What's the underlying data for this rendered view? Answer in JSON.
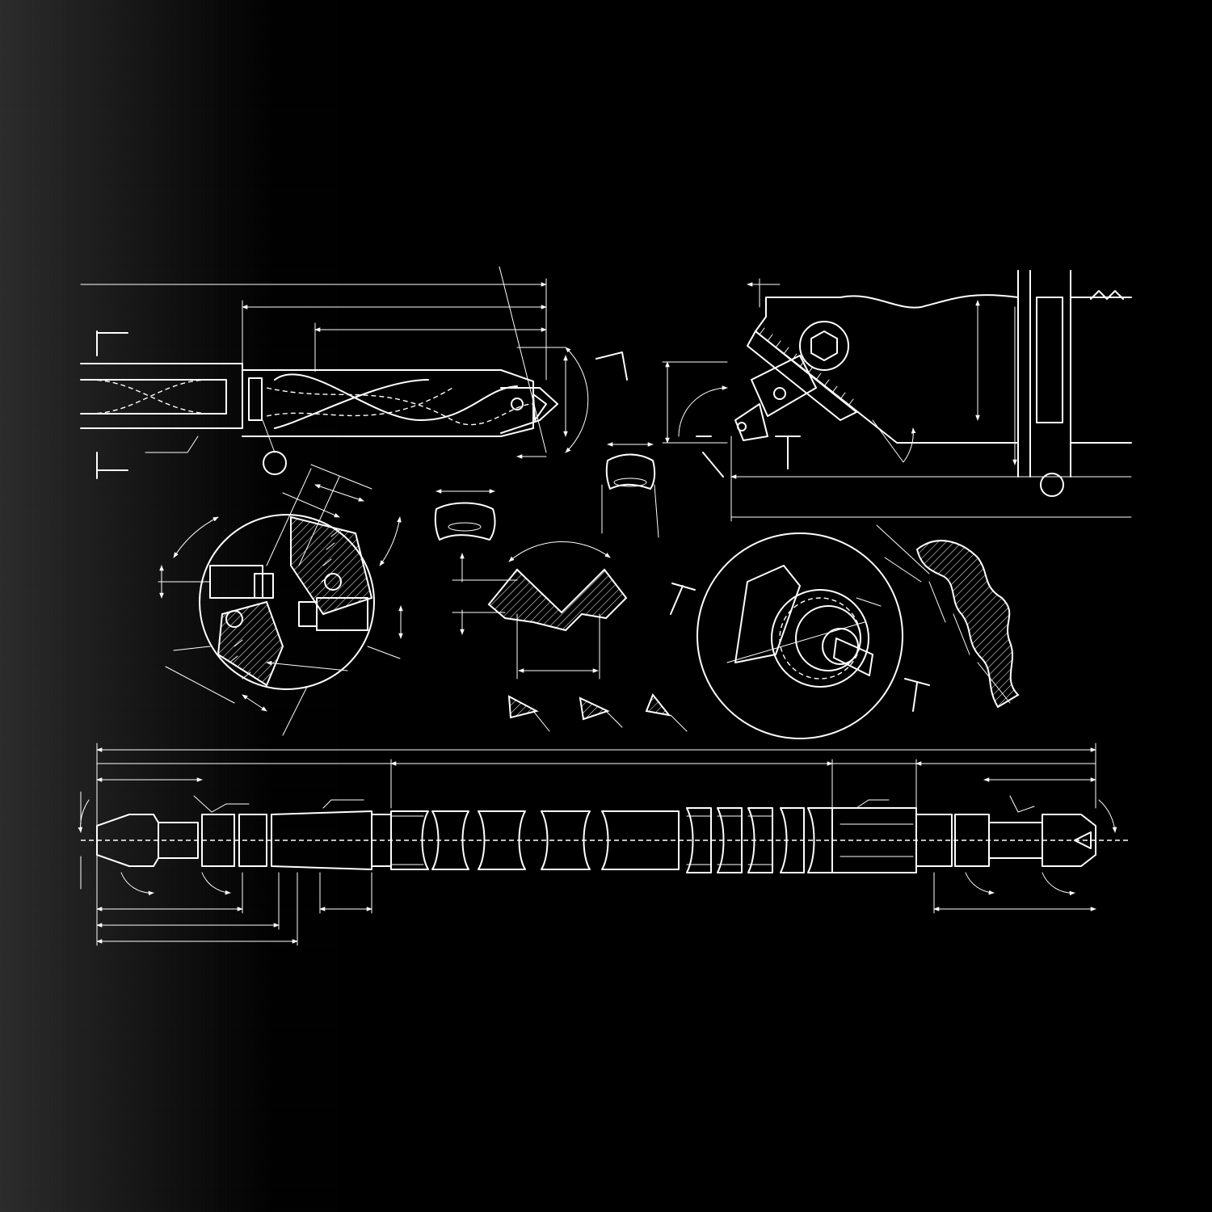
{
  "drawing": {
    "theme": {
      "background": "#000000",
      "line_color": "#ffffff",
      "texture_edge": "#2b2b2b"
    },
    "views": [
      {
        "name": "drill-bit-side-view"
      },
      {
        "name": "lathe-tool-holder-view"
      },
      {
        "name": "drill-end-section-view"
      },
      {
        "name": "v-insert-section-view"
      },
      {
        "name": "insert-detail-circle-view"
      },
      {
        "name": "cutter-profile-view"
      },
      {
        "name": "long-shaft-view"
      }
    ]
  }
}
